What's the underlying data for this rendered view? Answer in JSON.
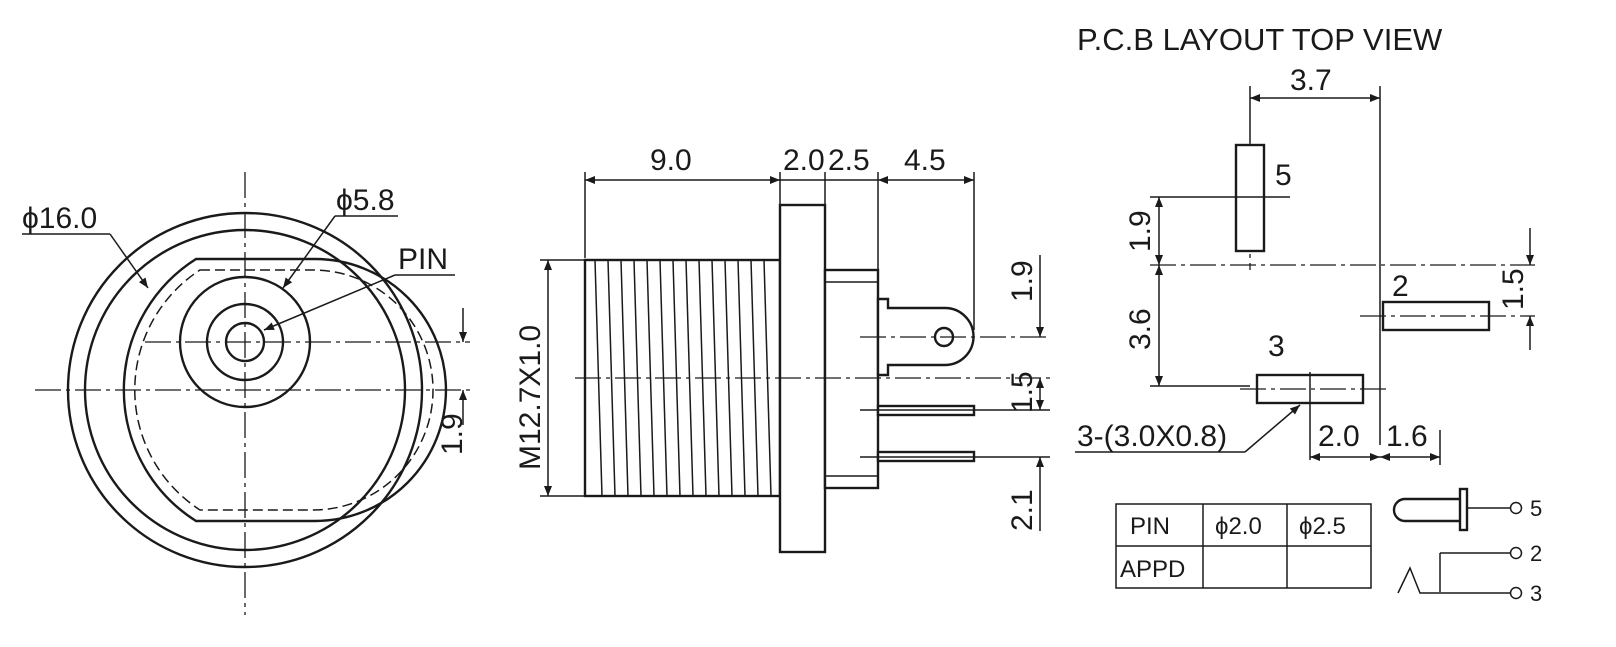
{
  "front_view": {
    "outer_diameter": "ϕ16.0",
    "bore_diameter": "ϕ5.8",
    "pin_label": "PIN",
    "pin_offset": "1.9"
  },
  "side_view": {
    "length_9_0": "9.0",
    "length_2_0": "2.0",
    "length_2_5": "2.5",
    "length_4_5": "4.5",
    "thread": "M12.7X1.0",
    "terminal_offset_top": "1.9",
    "terminal_offset_mid": "1.5",
    "terminal_offset_bot": "2.1"
  },
  "pcb_layout": {
    "title": "P.C.B LAYOUT TOP VIEW",
    "dim_3_7": "3.7",
    "dim_1_9": "1.9",
    "dim_3_6": "3.6",
    "dim_1_5": "1.5",
    "dim_2_0": "2.0",
    "dim_1_6": "1.6",
    "pad_callout": "3-(3.0X0.8)",
    "pad_5": "5",
    "pad_2": "2",
    "pad_3": "3"
  },
  "pin_table": {
    "row1": [
      "PIN",
      "ϕ2.0",
      "ϕ2.5"
    ],
    "row2": [
      "APPD",
      "",
      ""
    ]
  },
  "schematic": {
    "pin_5": "5",
    "pin_2": "2",
    "pin_3": "3"
  }
}
